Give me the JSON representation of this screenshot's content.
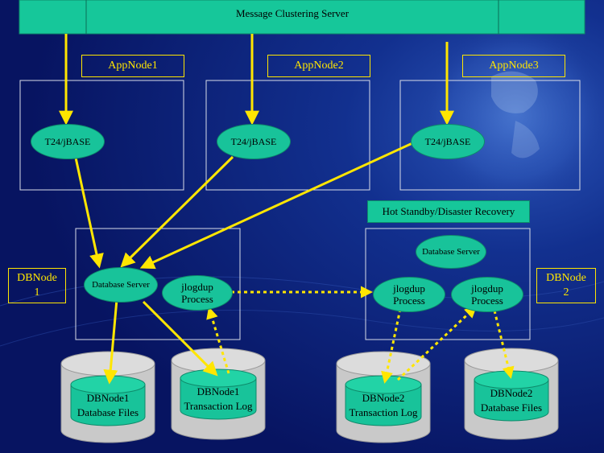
{
  "server": {
    "title": "Message Clustering Server"
  },
  "app_nodes": [
    {
      "label": "AppNode1",
      "process": "T24/jBASE"
    },
    {
      "label": "AppNode2",
      "process": "T24/jBASE"
    },
    {
      "label": "AppNode3",
      "process": "T24/jBASE"
    }
  ],
  "db_node1": {
    "label_line1": "DBNode",
    "label_line2": "1",
    "database_server": "Database Server",
    "jlogdup_line1": "jlogdup",
    "jlogdup_line2": "Process",
    "db_files_line1": "DBNode1",
    "db_files_line2": "Database Files",
    "log_line1": "DBNode1",
    "log_line2": "Transaction Log"
  },
  "recovery": {
    "title": "Hot Standby/Disaster Recovery"
  },
  "db_node2": {
    "label_line1": "DBNode",
    "label_line2": "2",
    "database_server": "Database Server",
    "jlogdup_a_line1": "jlogdup",
    "jlogdup_a_line2": "Process",
    "jlogdup_b_line1": "jlogdup",
    "jlogdup_b_line2": "Process",
    "log_line1": "DBNode2",
    "log_line2": "Transaction Log",
    "db_files_line1": "DBNode2",
    "db_files_line2": "Database Files"
  },
  "colors": {
    "background": "#0a1a6b",
    "node_fill": "#18c39a",
    "arrow": "#ffe600",
    "border": "#d8dce8",
    "cylinder": "#c9c9c9"
  }
}
